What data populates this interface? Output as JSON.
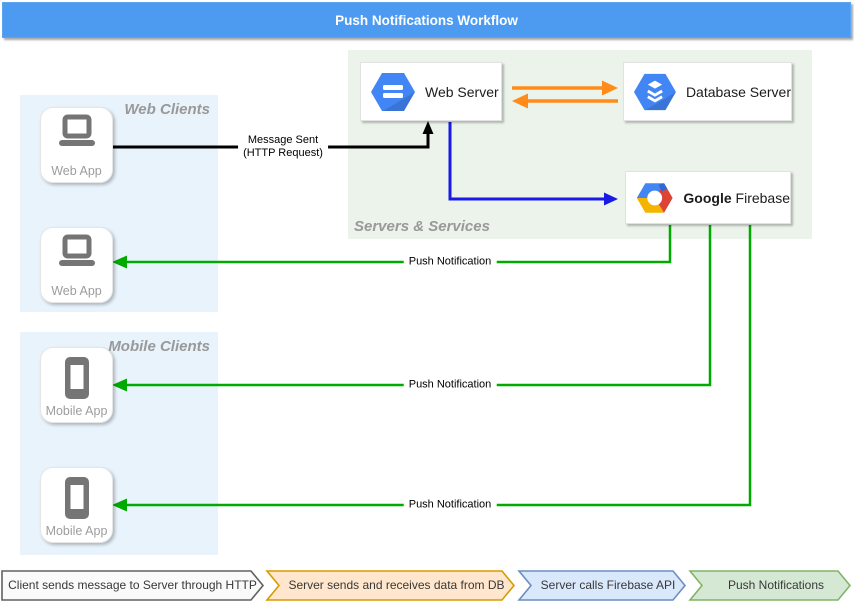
{
  "title": "Push Notifications Workflow",
  "colors": {
    "title_bar": "#4D9BF0",
    "black_arrow": "#000000",
    "blue_arrow": "#1A1AE6",
    "orange_arrow": "#FF8C1A",
    "green_arrow": "#00AA00",
    "web_clients_bg": "#E8F3FC",
    "servers_bg": "#EBF3EA",
    "google_blue": "#4285F4",
    "google_red": "#DB4437",
    "google_yellow": "#F4B400"
  },
  "sections": {
    "web_clients": "Web Clients",
    "mobile_clients": "Mobile Clients",
    "servers": "Servers & Services"
  },
  "nodes": {
    "web_server": "Web Server",
    "database_server": "Database Server",
    "firebase_bold": "Google",
    "firebase_rest": "Firebase",
    "web_app1": "Web App",
    "web_app2": "Web App",
    "mobile_app1": "Mobile App",
    "mobile_app2": "Mobile App"
  },
  "edges": {
    "message_line1": "Message Sent",
    "message_line2": "(HTTP Request)",
    "push1": "Push Notification",
    "push2": "Push Notification",
    "push3": "Push Notification"
  },
  "steps": [
    {
      "label": "Client sends message to Server through HTTP",
      "fill": "#FAFAFA",
      "border": "#616161"
    },
    {
      "label": "Server sends and receives data from DB",
      "fill": "#FFE6CC",
      "border": "#D79B00"
    },
    {
      "label": "Server calls Firebase API",
      "fill": "#DAE8FC",
      "border": "#6C8EBF"
    },
    {
      "label": "Push Notifications",
      "fill": "#D5E8D4",
      "border": "#82B366"
    }
  ]
}
